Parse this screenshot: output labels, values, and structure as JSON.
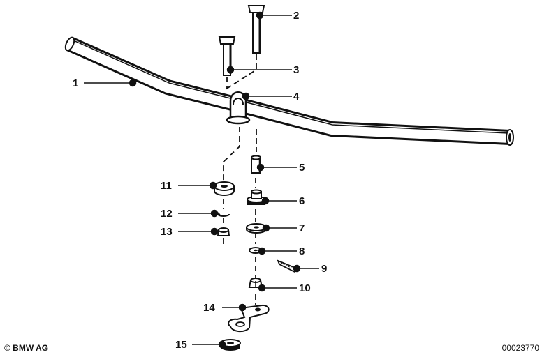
{
  "callouts": [
    {
      "id": 1,
      "label": "1"
    },
    {
      "id": 2,
      "label": "2"
    },
    {
      "id": 3,
      "label": "3"
    },
    {
      "id": 4,
      "label": "4"
    },
    {
      "id": 5,
      "label": "5"
    },
    {
      "id": 6,
      "label": "6"
    },
    {
      "id": 7,
      "label": "7"
    },
    {
      "id": 8,
      "label": "8"
    },
    {
      "id": 9,
      "label": "9"
    },
    {
      "id": 10,
      "label": "10"
    },
    {
      "id": 11,
      "label": "11"
    },
    {
      "id": 12,
      "label": "12"
    },
    {
      "id": 13,
      "label": "13"
    },
    {
      "id": 14,
      "label": "14"
    },
    {
      "id": 15,
      "label": "15"
    }
  ],
  "footer": {
    "copyright": "© BMW AG",
    "diagram_id": "00023770"
  },
  "colors": {
    "ink": "#111111",
    "background": "#ffffff"
  }
}
